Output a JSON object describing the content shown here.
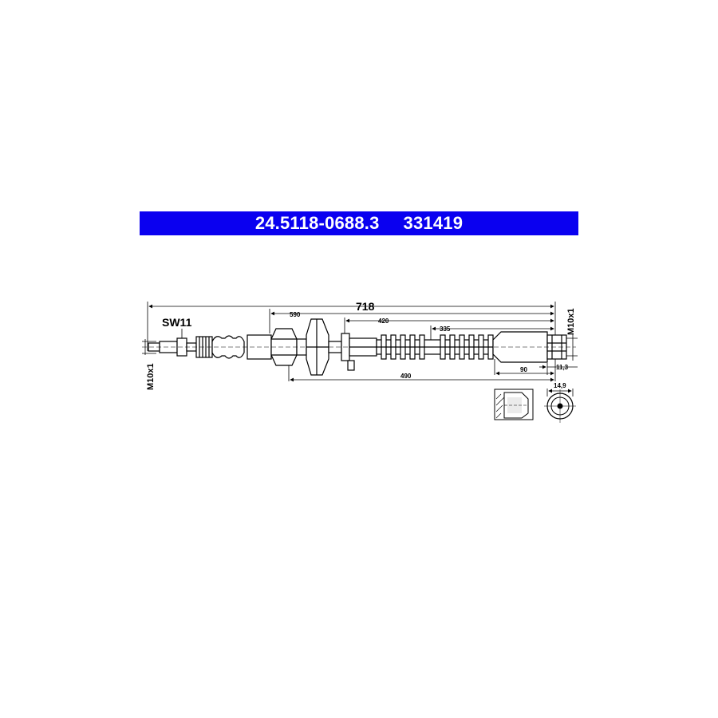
{
  "header": {
    "part_number": "24.5118-0688.3",
    "ref_number": "331419",
    "color": "#0a00f0"
  },
  "labels": {
    "wrench_size": "SW11",
    "thread_left": "M10x1",
    "thread_right": "M10x1"
  },
  "dimensions": {
    "overall_length": "718",
    "d590": "590",
    "d420": "420",
    "d335": "335",
    "d490": "490",
    "d90": "90",
    "d11_3": "11,3",
    "d14_9": "14,9"
  }
}
